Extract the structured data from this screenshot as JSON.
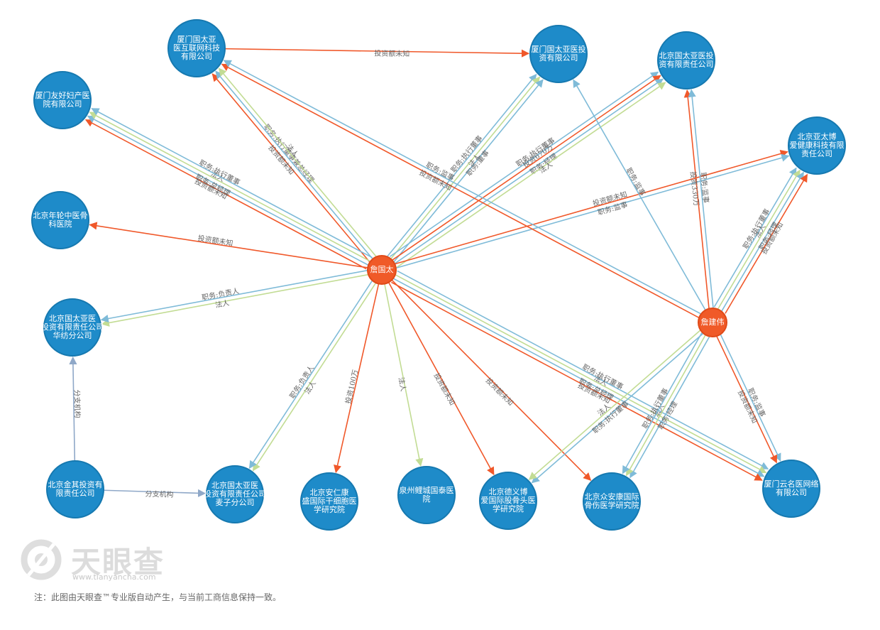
{
  "colors": {
    "company": "#1e8bc9",
    "company_border": "#1679b0",
    "person": "#f05a28",
    "person_border": "#e04a18",
    "edge_invest": "#f0582a",
    "edge_position": "#7fbbd8",
    "edge_legal": "#c2dc94",
    "edge_branch": "#8fa8c8"
  },
  "nodes": [
    {
      "id": "n1",
      "type": "company",
      "lines": [
        "厦门国太亚",
        "医互联网科技",
        "有限公司"
      ]
    },
    {
      "id": "n2",
      "type": "company",
      "lines": [
        "厦门国太亚医投",
        "资有限公司"
      ]
    },
    {
      "id": "n3",
      "type": "company",
      "lines": [
        "北京国太亚医投",
        "资有限责任公司"
      ]
    },
    {
      "id": "n4",
      "type": "company",
      "lines": [
        "厦门友好妇产医",
        "院有限公司"
      ]
    },
    {
      "id": "n5",
      "type": "company",
      "lines": [
        "北京亚太博",
        "爱健康科技有限",
        "责任公司"
      ]
    },
    {
      "id": "n6",
      "type": "company",
      "lines": [
        "北京年轮中医骨",
        "科医院"
      ]
    },
    {
      "id": "n7",
      "type": "company",
      "lines": [
        "北京国太亚医",
        "投资有限责任公司",
        "华纺分公司"
      ]
    },
    {
      "id": "n8",
      "type": "company",
      "lines": [
        "北京金其投资有",
        "限责任公司"
      ]
    },
    {
      "id": "n9",
      "type": "company",
      "lines": [
        "北京国太亚医",
        "投资有限责任公司",
        "麦子分公司"
      ]
    },
    {
      "id": "n10",
      "type": "company",
      "lines": [
        "北京安仁康",
        "盛国际干细胞医",
        "学研究院"
      ]
    },
    {
      "id": "n11",
      "type": "company",
      "lines": [
        "泉州鲤城国泰医",
        "院"
      ]
    },
    {
      "id": "n12",
      "type": "company",
      "lines": [
        "北京德义博",
        "爱国际股骨头医",
        "学研究院"
      ]
    },
    {
      "id": "n13",
      "type": "company",
      "lines": [
        "北京众安康国际",
        "骨伤医学研究院"
      ]
    },
    {
      "id": "n14",
      "type": "company",
      "lines": [
        "厦门云名医网络",
        "有限公司"
      ]
    },
    {
      "id": "p1",
      "type": "person",
      "lines": [
        "詹国太"
      ]
    },
    {
      "id": "p2",
      "type": "person",
      "lines": [
        "詹建伟"
      ]
    }
  ],
  "edges": [
    {
      "from": "n1",
      "to": "n2",
      "kind": "invest",
      "label": "投资额未知"
    },
    {
      "from": "p1",
      "to": "n1",
      "kind": "invest",
      "label": "投资额未知"
    },
    {
      "from": "p1",
      "to": "n1",
      "kind": "position",
      "label": "职务:执行董事兼总经理"
    },
    {
      "from": "p1",
      "to": "n1",
      "kind": "legal",
      "label": "法人"
    },
    {
      "from": "p1",
      "to": "n4",
      "kind": "invest",
      "label": "投资额未知"
    },
    {
      "from": "p1",
      "to": "n4",
      "kind": "position",
      "label": "职务:总经理"
    },
    {
      "from": "p1",
      "to": "n4",
      "kind": "legal",
      "label": "法人"
    },
    {
      "from": "p1",
      "to": "n4",
      "kind": "position",
      "label": "职务:执行董事"
    },
    {
      "from": "p1",
      "to": "n6",
      "kind": "invest",
      "label": "投资额未知"
    },
    {
      "from": "p1",
      "to": "n7",
      "kind": "legal",
      "label": "法人"
    },
    {
      "from": "p1",
      "to": "n7",
      "kind": "position",
      "label": "职务:负责人"
    },
    {
      "from": "p1",
      "to": "n2",
      "kind": "position",
      "label": "职务:执行董事"
    },
    {
      "from": "p1",
      "to": "n2",
      "kind": "legal",
      "label": "法人"
    },
    {
      "from": "p1",
      "to": "n2",
      "kind": "position",
      "label": "职务:董事"
    },
    {
      "from": "p1",
      "to": "n3",
      "kind": "position",
      "label": "职务:执行董事"
    },
    {
      "from": "p1",
      "to": "n3",
      "kind": "invest",
      "label": "投资670万"
    },
    {
      "from": "p1",
      "to": "n3",
      "kind": "position",
      "label": "职务:经理"
    },
    {
      "from": "p1",
      "to": "n3",
      "kind": "legal",
      "label": "法人"
    },
    {
      "from": "p1",
      "to": "n5",
      "kind": "invest",
      "label": "投资额未知"
    },
    {
      "from": "p1",
      "to": "n5",
      "kind": "position",
      "label": "职务:监事"
    },
    {
      "from": "p1",
      "to": "n9",
      "kind": "legal",
      "label": "法人"
    },
    {
      "from": "p1",
      "to": "n9",
      "kind": "position",
      "label": "职务:负责人"
    },
    {
      "from": "p1",
      "to": "n10",
      "kind": "invest",
      "label": "投资100万"
    },
    {
      "from": "p1",
      "to": "n11",
      "kind": "legal",
      "label": "法人"
    },
    {
      "from": "p1",
      "to": "n12",
      "kind": "invest",
      "label": "投资额未知"
    },
    {
      "from": "p1",
      "to": "n13",
      "kind": "invest",
      "label": "投资额未知"
    },
    {
      "from": "p1",
      "to": "n14",
      "kind": "position",
      "label": "职务:执行董事"
    },
    {
      "from": "p1",
      "to": "n14",
      "kind": "legal",
      "label": "法人"
    },
    {
      "from": "p1",
      "to": "n14",
      "kind": "position",
      "label": "职务:总经理"
    },
    {
      "from": "p1",
      "to": "n14",
      "kind": "invest",
      "label": "投资额未知"
    },
    {
      "from": "p2",
      "to": "n1",
      "kind": "invest",
      "label": "投资额未知"
    },
    {
      "from": "p2",
      "to": "n1",
      "kind": "position",
      "label": "职务:监事"
    },
    {
      "from": "p2",
      "to": "n2",
      "kind": "position",
      "label": "职务:监事"
    },
    {
      "from": "p2",
      "to": "n3",
      "kind": "invest",
      "label": "投资330万"
    },
    {
      "from": "p2",
      "to": "n3",
      "kind": "position",
      "label": "职务:监事"
    },
    {
      "from": "p2",
      "to": "n5",
      "kind": "position",
      "label": "职务:执行董事"
    },
    {
      "from": "p2",
      "to": "n5",
      "kind": "legal",
      "label": "法人"
    },
    {
      "from": "p2",
      "to": "n5",
      "kind": "position",
      "label": "职务:经理"
    },
    {
      "from": "p2",
      "to": "n5",
      "kind": "invest",
      "label": "投资额未知"
    },
    {
      "from": "p2",
      "to": "n12",
      "kind": "position",
      "label": "职务:执行董事"
    },
    {
      "from": "p2",
      "to": "n12",
      "kind": "legal",
      "label": "法人"
    },
    {
      "from": "p2",
      "to": "n13",
      "kind": "position",
      "label": "职务:经理"
    },
    {
      "from": "p2",
      "to": "n13",
      "kind": "legal",
      "label": "法人"
    },
    {
      "from": "p2",
      "to": "n13",
      "kind": "position",
      "label": "职务:执行董事"
    },
    {
      "from": "p2",
      "to": "n14",
      "kind": "position",
      "label": "职务:监事"
    },
    {
      "from": "p2",
      "to": "n14",
      "kind": "invest",
      "label": "投资额未知"
    },
    {
      "from": "n8",
      "to": "n7",
      "kind": "branch",
      "label": "分支机构"
    },
    {
      "from": "n8",
      "to": "n9",
      "kind": "branch",
      "label": "分支机构"
    }
  ],
  "logo": {
    "text": "天眼查",
    "url": "www.tianyancha.com"
  },
  "footnote": "注：此图由天眼查™专业版自动产生，与当前工商信息保持一致。"
}
